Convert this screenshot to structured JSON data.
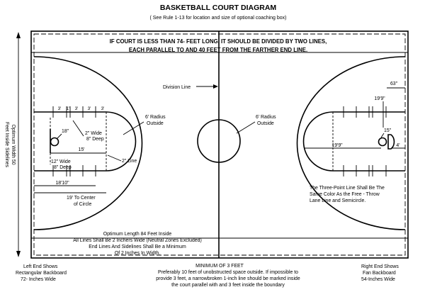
{
  "title": "BASKETBALL COURT DIAGRAM",
  "subtitle": "( See Rule 1-13 for location and size of optional coaching box)",
  "notice": [
    "IF COURT IS LESS THAN 74- FEET LONG, IT SHOULD BE DIVIDED BY TWO LINES,",
    "EACH PARALLEL TO AND 40 FEET FROM THE FARTHER END LINE."
  ],
  "side_width": [
    "Optimum Width 50",
    "Feet Inside Sidelines"
  ],
  "division_line": "Division Line",
  "left_lane": {
    "spaces": [
      "3'",
      "1'",
      "3'",
      "3'",
      "3'"
    ],
    "radius_18": "18\"",
    "block_wide": [
      "2\" Wide",
      "8\" Deep"
    ],
    "radius_note": [
      "6' Radius",
      "Outside"
    ],
    "ft_line": "15'",
    "two_inch_line": "2\" Line",
    "wide_12": [
      "12\" Wide",
      "8\" Deep"
    ],
    "dist_18_10": "18'10\"",
    "center_circle_note": [
      "19' To Center",
      "of Circle"
    ]
  },
  "center_note": [
    "6' Radius",
    "Outside"
  ],
  "right_lane": {
    "r_63": "63\"",
    "r_19_9_top": "19'9\"",
    "r_15": "15\"",
    "r_19_9": "19'9\"",
    "r_4": "4'"
  },
  "three_point_note": [
    "The Three-Point Line Shall Be The",
    "Same Color As the Free - Throw",
    "Lane Line and Semicircle."
  ],
  "optimum_length": [
    "Optimum Length 84 Feet Inside",
    "All Lines Shall Be 2 Inchers Wide (Neutral Zones Excluded)",
    "End Lines And Sidelines Shall Be a Minimum",
    "Of 2 Inches In Width."
  ],
  "left_end": [
    "Left End Shows",
    "Rectangular Backboard",
    "72- Inches Wide"
  ],
  "minimum": [
    "MINIMUM OF 3 FEET",
    "Preferably 10 feet of unobstructed space outside. If impossible to",
    "provide 3 feet, a narrowbroken 1-inch line should be marked inside",
    "the court parallel with and 3 feet inside the boundary"
  ],
  "right_end": [
    "Right End Shows",
    "Fan Backboard",
    "54-Inches Wide"
  ]
}
